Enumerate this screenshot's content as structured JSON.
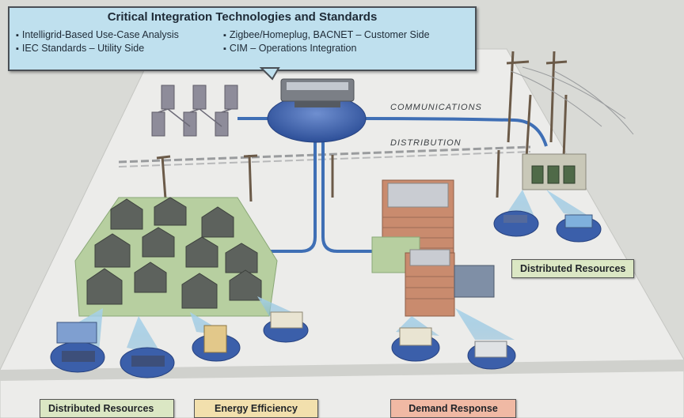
{
  "callout": {
    "title": "Critical Integration Technologies and Standards",
    "bullets_left": [
      "Intelligrid-Based Use-Case Analysis",
      "IEC Standards – Utility Side"
    ],
    "bullets_right": [
      "Zigbee/Homeplug, BACNET – Customer Side",
      "CIM – Operations Integration"
    ]
  },
  "flows": {
    "communications": "COMMUNICATIONS",
    "distribution": "DISTRIBUTION"
  },
  "labels": {
    "distributed_resources_right": "Distributed Resources",
    "distributed_resources_left": "Distributed Resources",
    "energy_efficiency": "Energy Efficiency",
    "demand_response": "Demand Response"
  },
  "colors": {
    "callout_fill": "#bfe0ee",
    "network_line": "#3f6fb5",
    "hub_fill": "#3b5faa",
    "platform": "#ededeb",
    "distributed_resources_fill": "#dbe7c4",
    "energy_efficiency_fill": "#f2e0ad",
    "demand_response_fill": "#f0b9a4"
  }
}
